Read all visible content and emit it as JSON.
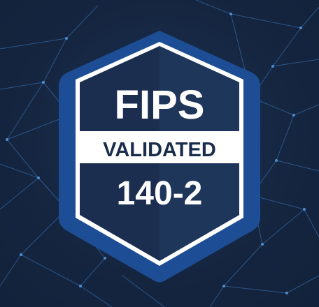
{
  "badge": {
    "line1": "FIPS",
    "line2": "VALIDATED",
    "line3": "140-2"
  },
  "icons": {
    "badge": "shield-badge-icon",
    "background": "network-mesh-icon"
  },
  "colors": {
    "background": "#15253f",
    "outer_ring": "#1d4e95",
    "shield_fill": "#1b2e4f",
    "shield_fill_right": "#1f365b",
    "border": "#ffffff",
    "band": "#ffffff",
    "band_text": "#1a2c4c",
    "network_lines": "#3f86d4"
  }
}
